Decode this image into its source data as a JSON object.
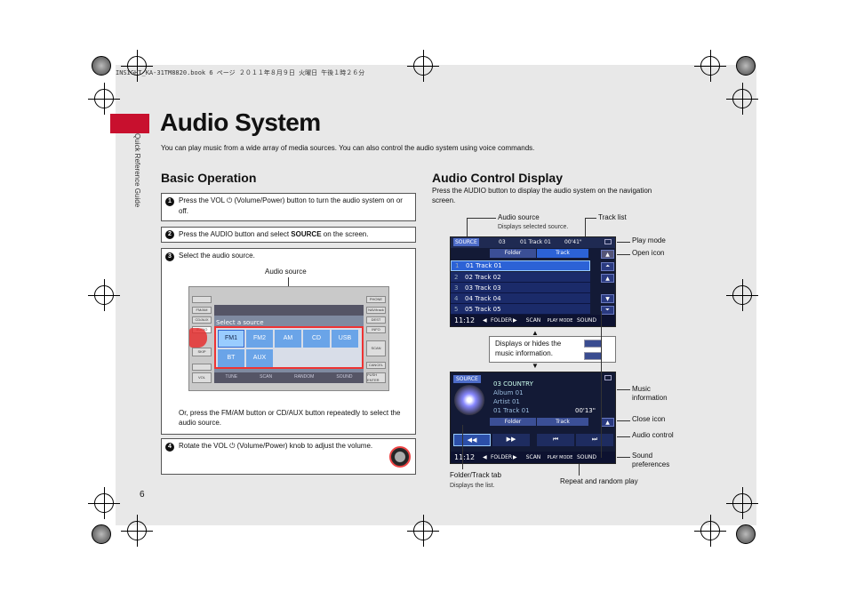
{
  "header_line": "INSIGHT_KA-31TM8820.book  6 ページ  ２０１１年８月９日  火曜日  午後１時２６分",
  "side_label": "Quick Reference Guide",
  "title": "Audio System",
  "intro": "You can play music from a wide array of media sources. You can also control the audio system using voice commands.",
  "basic": {
    "heading": "Basic Operation",
    "steps": [
      {
        "num": "1",
        "text": "Press the VOL ⏻ (Volume/Power) button to turn the audio system on or off."
      },
      {
        "num": "2",
        "text_a": "Press the AUDIO button and select ",
        "text_b": "SOURCE",
        "text_c": " on the screen."
      },
      {
        "num": "3",
        "text": "Select the audio source.",
        "callout": "Audio source",
        "note": "Or, press the FM/AM button or CD/AUX button repeatedly to select the audio source."
      },
      {
        "num": "4",
        "text": "Rotate the VOL ⏻ (Volume/Power) knob to adjust the volume."
      }
    ],
    "panel": {
      "select_text": "Select a source",
      "left_buttons": [
        "FM/AM",
        "CD/AUX",
        "AUDIO",
        "SKIP",
        "",
        "VOL"
      ],
      "right_buttons": [
        "PHONE",
        "NAV/track",
        "DEST",
        "INFO",
        "SCAN",
        "CANCEL",
        "PUSH ENTER"
      ],
      "sources": [
        "FM1",
        "FM2",
        "AM",
        "CD",
        "USB",
        "BT",
        "AUX"
      ],
      "bottom": [
        "TUNE",
        "SCAN",
        "RANDOM",
        "SOUND"
      ]
    }
  },
  "display": {
    "heading": "Audio Control Display",
    "intro": "Press the AUDIO button to display the audio system on the navigation screen.",
    "callouts": {
      "audio_source": "Audio source",
      "audio_source_sub": "Displays selected source.",
      "track_list": "Track list",
      "play_mode": "Play mode",
      "open_icon": "Open icon",
      "toggle_info": "Displays or hides the music information.",
      "music_info": "Music information",
      "close_icon": "Close icon",
      "audio_control": "Audio control",
      "sound_prefs": "Sound preferences",
      "folder_tab": "Folder/Track tab",
      "folder_tab_sub": "Displays the list.",
      "repeat": "Repeat and random play"
    },
    "screen1": {
      "source": "SOURCE",
      "folder_no": "03",
      "track_head": "01 Track 01",
      "time": "00'41\"",
      "tabs": [
        "Folder",
        "Track"
      ],
      "tracks": [
        {
          "n": "1",
          "t": "01 Track 01"
        },
        {
          "n": "2",
          "t": "02 Track 02"
        },
        {
          "n": "3",
          "t": "03 Track 03"
        },
        {
          "n": "4",
          "t": "04 Track 04"
        },
        {
          "n": "5",
          "t": "05 Track 05"
        }
      ],
      "clock": "11:12",
      "buttons": [
        "FOLDER",
        "SCAN",
        "PLAY MODE",
        "SOUND"
      ]
    },
    "screen2": {
      "source": "SOURCE",
      "folder": "03 COUNTRY",
      "album": "Album 01",
      "artist": "Artist 01",
      "track": "01 Track 01",
      "time": "00'13\"",
      "tabs": [
        "Folder",
        "Track"
      ],
      "clock": "11:12",
      "buttons": [
        "FOLDER",
        "SCAN",
        "PLAY MODE",
        "SOUND"
      ]
    }
  },
  "page_number": "6"
}
